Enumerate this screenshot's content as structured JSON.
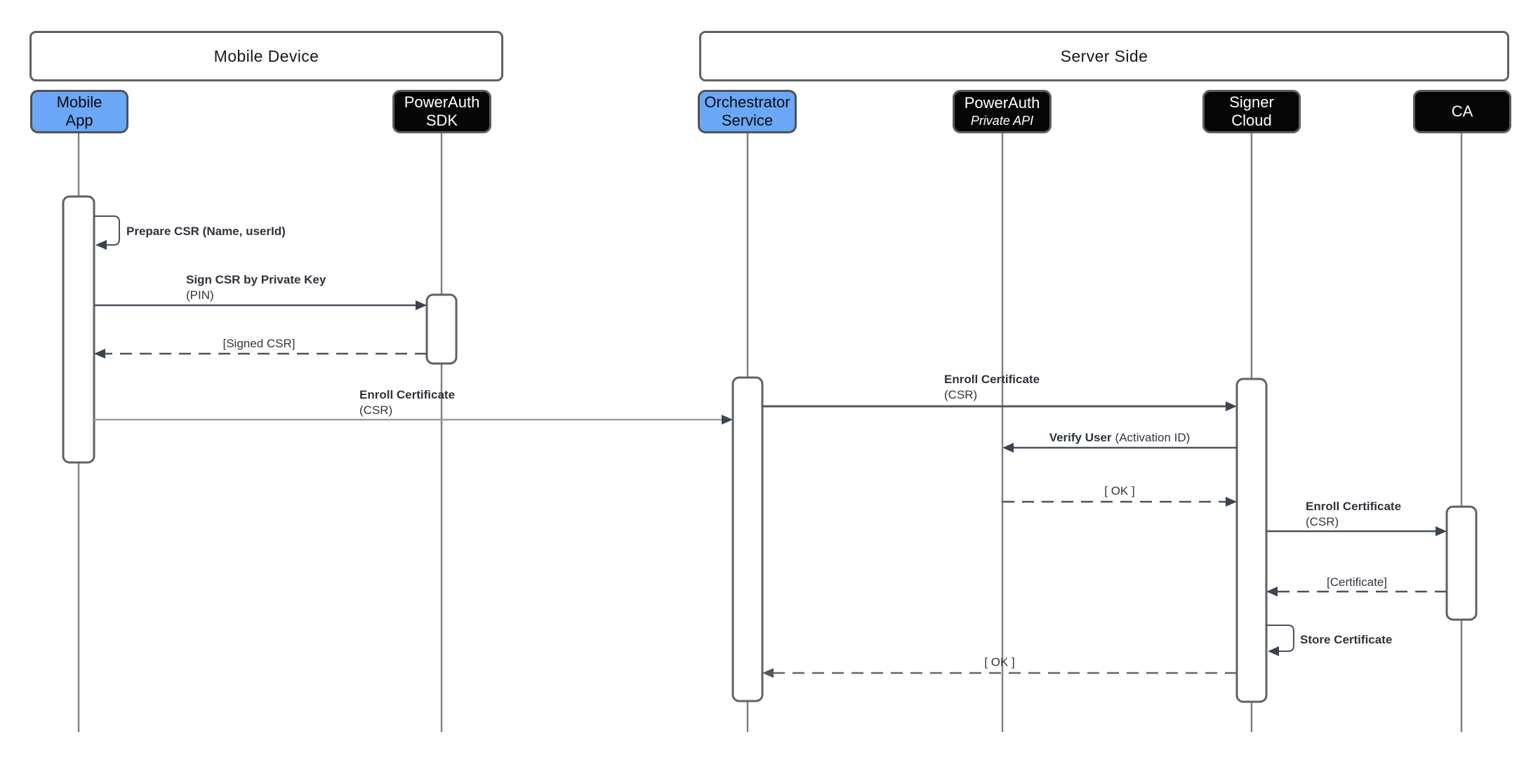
{
  "frames": [
    {
      "label": "Mobile Device"
    },
    {
      "label": "Server Side"
    }
  ],
  "participants": [
    {
      "id": "mobile-app",
      "line1": "Mobile",
      "line2": "App",
      "style": "blue"
    },
    {
      "id": "powerauth-sdk",
      "line1": "PowerAuth",
      "line2": "SDK",
      "style": "black"
    },
    {
      "id": "orchestrator-service",
      "line1": "Orchestrator",
      "line2": "Service",
      "style": "blue"
    },
    {
      "id": "powerauth-private-api",
      "line1": "PowerAuth",
      "line2": "Private API",
      "style": "black",
      "line2_italic": true
    },
    {
      "id": "signer-cloud",
      "line1": "Signer",
      "line2": "Cloud",
      "style": "black"
    },
    {
      "id": "ca",
      "line1": "CA",
      "line2": "",
      "style": "black"
    }
  ],
  "messages": [
    {
      "from": "mobile-app",
      "to": "mobile-app",
      "kind": "self",
      "label": "Prepare CSR (Name, userId)"
    },
    {
      "from": "mobile-app",
      "to": "powerauth-sdk",
      "kind": "solid",
      "label": "Sign CSR by Private Key",
      "sublabel": "(PIN)"
    },
    {
      "from": "powerauth-sdk",
      "to": "mobile-app",
      "kind": "dashed",
      "label": "[Signed CSR]"
    },
    {
      "from": "mobile-app",
      "to": "orchestrator-service",
      "kind": "solid",
      "label": "Enroll Certificate",
      "sublabel": "(CSR)"
    },
    {
      "from": "orchestrator-service",
      "to": "signer-cloud",
      "kind": "solid",
      "label": "Enroll Certificate",
      "sublabel": "(CSR)"
    },
    {
      "from": "signer-cloud",
      "to": "powerauth-private-api",
      "kind": "solid",
      "label": "Verify User",
      "label_detail": "(Activation ID)"
    },
    {
      "from": "powerauth-private-api",
      "to": "signer-cloud",
      "kind": "dashed",
      "label": "[ OK ]"
    },
    {
      "from": "signer-cloud",
      "to": "ca",
      "kind": "solid",
      "label": "Enroll Certificate",
      "sublabel": "(CSR)"
    },
    {
      "from": "ca",
      "to": "signer-cloud",
      "kind": "dashed",
      "label": "[Certificate]"
    },
    {
      "from": "signer-cloud",
      "to": "signer-cloud",
      "kind": "self",
      "label": "Store Certificate"
    },
    {
      "from": "signer-cloud",
      "to": "orchestrator-service",
      "kind": "dashed",
      "label": "[ OK ]"
    }
  ],
  "colors": {
    "participant_blue": "#6ba7f7",
    "participant_black": "#060606",
    "border_gray": "#5e6062",
    "lifeline_gray": "#828282",
    "message_dark": "#49505e",
    "message_light": "#979da5",
    "arrowhead": "#3c4352",
    "text": "#32363e"
  }
}
